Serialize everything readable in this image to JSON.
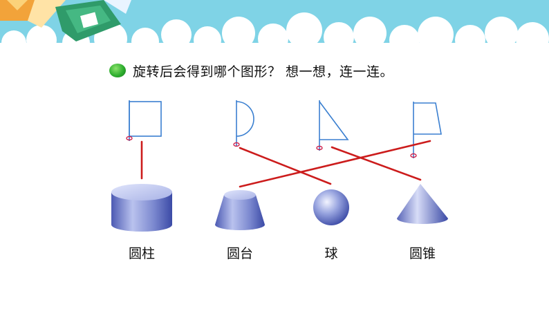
{
  "instruction": "旋转后会得到哪个图形？ 想一想，连一连。",
  "solids": [
    {
      "name": "cylinder",
      "label": "圆柱"
    },
    {
      "name": "frustum",
      "label": "圆台"
    },
    {
      "name": "sphere",
      "label": "球"
    },
    {
      "name": "cone",
      "label": "圆锥"
    }
  ],
  "flat_shapes": [
    "rectangle",
    "semicircle",
    "right-triangle",
    "right-trapezoid"
  ],
  "connections": [
    {
      "from": "rectangle",
      "to": "cylinder"
    },
    {
      "from": "semicircle",
      "to": "sphere"
    },
    {
      "from": "right-triangle",
      "to": "cone"
    },
    {
      "from": "right-trapezoid",
      "to": "frustum"
    }
  ],
  "colors": {
    "line": "#cc1c1c",
    "shape_stroke": "#3a7fd0",
    "axis_mark": "#d0224c",
    "banner_sky": "#7fd3e6",
    "solid_dark": "#3b4aa6",
    "solid_light": "#c5cdf3"
  }
}
